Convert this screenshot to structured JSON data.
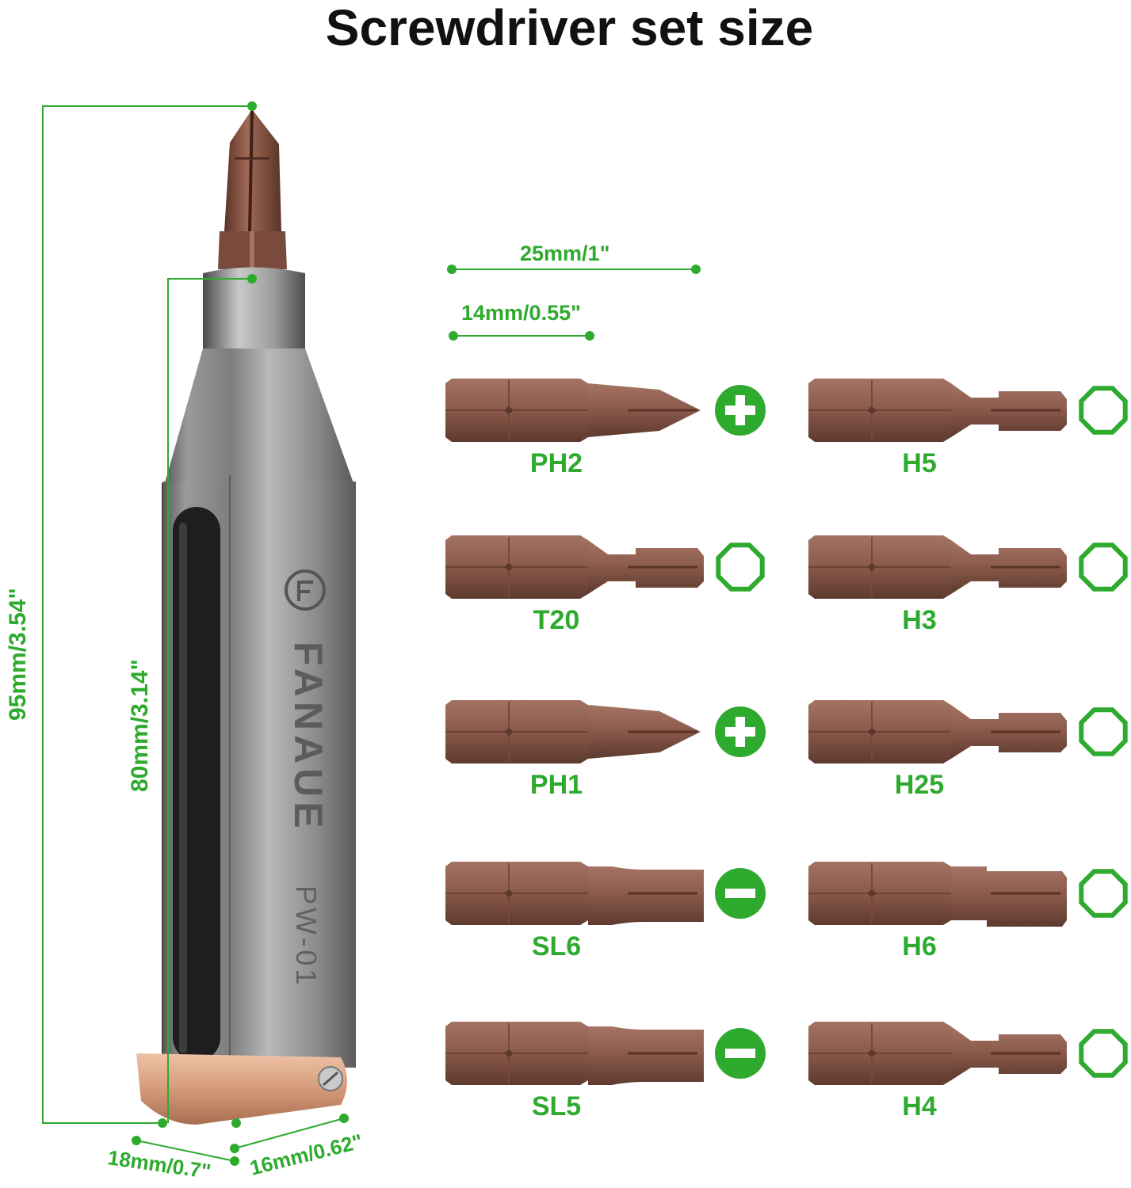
{
  "title": "Screwdriver set size",
  "brand": {
    "name": "FANAUE",
    "model": "PW-01"
  },
  "dimensions": {
    "total_length": "95mm/3.54\"",
    "body_length": "80mm/3.14\"",
    "bit_length": "25mm/1\"",
    "bit_hex_length": "14mm/0.55\"",
    "width": "18mm/0.7\"",
    "depth": "16mm/0.62\""
  },
  "bits": [
    {
      "label": "PH2",
      "symbol": "plus-icon"
    },
    {
      "label": "H5",
      "symbol": "octagon-icon"
    },
    {
      "label": "T20",
      "symbol": "octagon-icon"
    },
    {
      "label": "H3",
      "symbol": "octagon-icon"
    },
    {
      "label": "PH1",
      "symbol": "plus-icon"
    },
    {
      "label": "H25",
      "symbol": "octagon-icon"
    },
    {
      "label": "SL6",
      "symbol": "minus-icon"
    },
    {
      "label": "H6",
      "symbol": "octagon-icon"
    },
    {
      "label": "SL5",
      "symbol": "minus-icon"
    },
    {
      "label": "H4",
      "symbol": "octagon-icon"
    }
  ],
  "colors": {
    "accent_green": "#2eaa2e",
    "bit_bronze": "#8a5a4a",
    "body_steel": "#6d6d6d",
    "clip_copper": "#d8a386"
  }
}
